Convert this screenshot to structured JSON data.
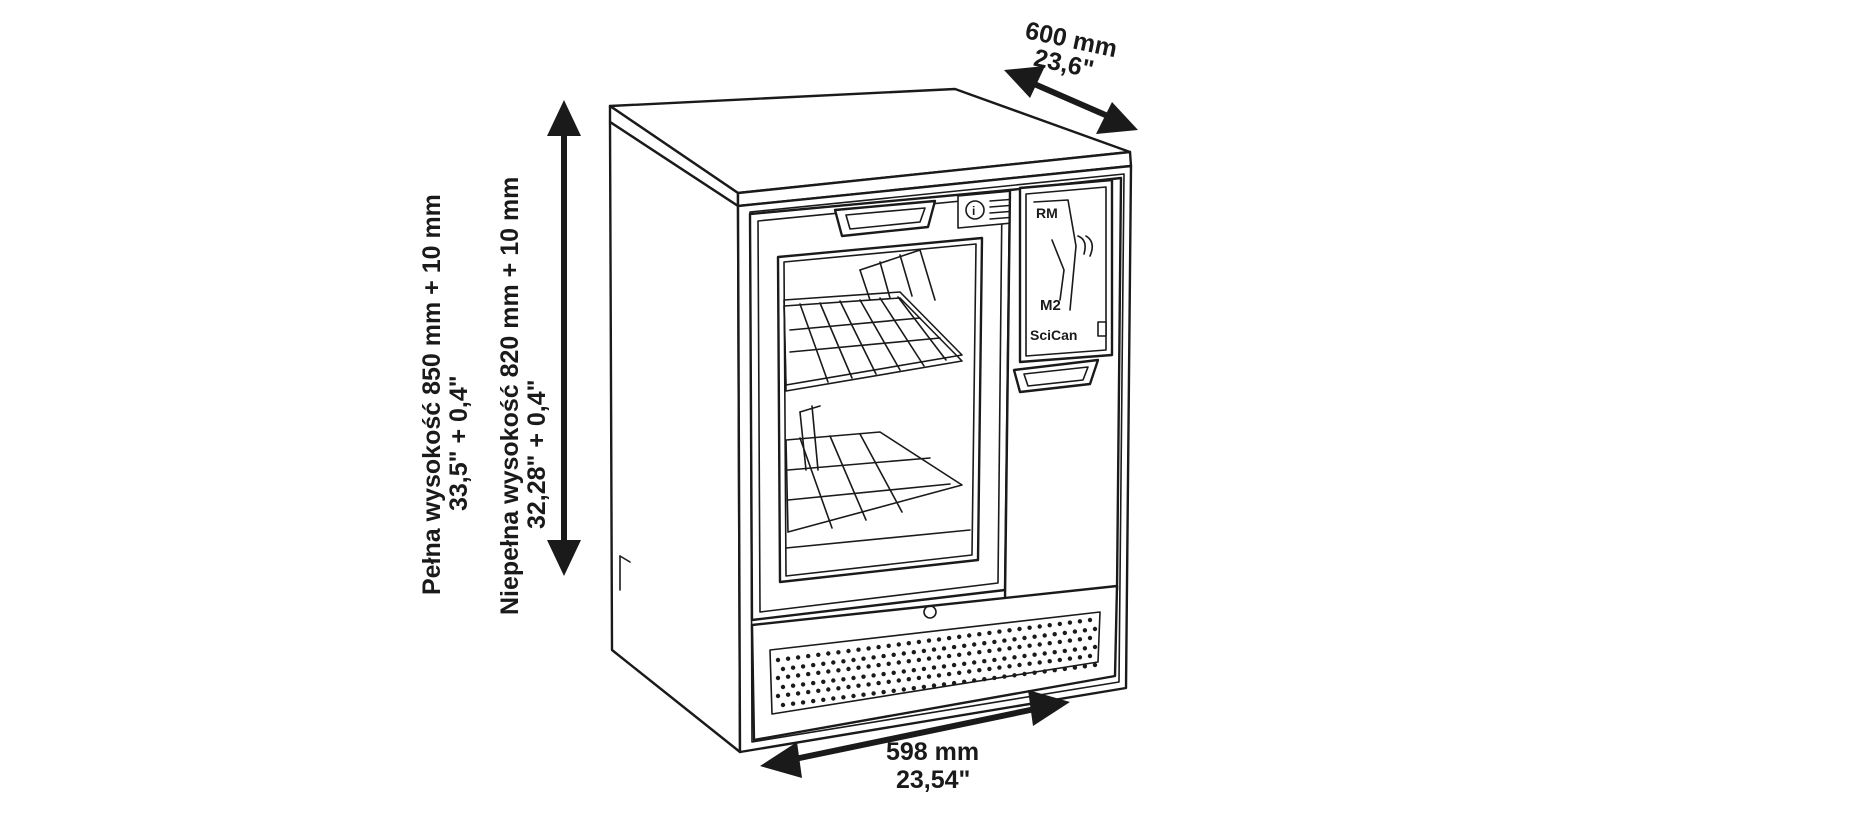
{
  "dimensions": {
    "full_height": {
      "line1": "Pełna wysokość 850 mm + 10 mm",
      "line2": "33,5\" + 0,4\""
    },
    "partial_height": {
      "line1": "Niepełna wysokość 820 mm + 10 mm",
      "line2": "32,28\" + 0,4\""
    },
    "depth": {
      "mm": "600 mm",
      "inch": "23,6\""
    },
    "width": {
      "mm": "598 mm",
      "inch": "23,54\""
    }
  },
  "panel": {
    "logo_top": "RM",
    "model": "M2",
    "brand": "SciCan"
  },
  "colors": {
    "ink": "#1a1a1a",
    "background": "#ffffff"
  }
}
